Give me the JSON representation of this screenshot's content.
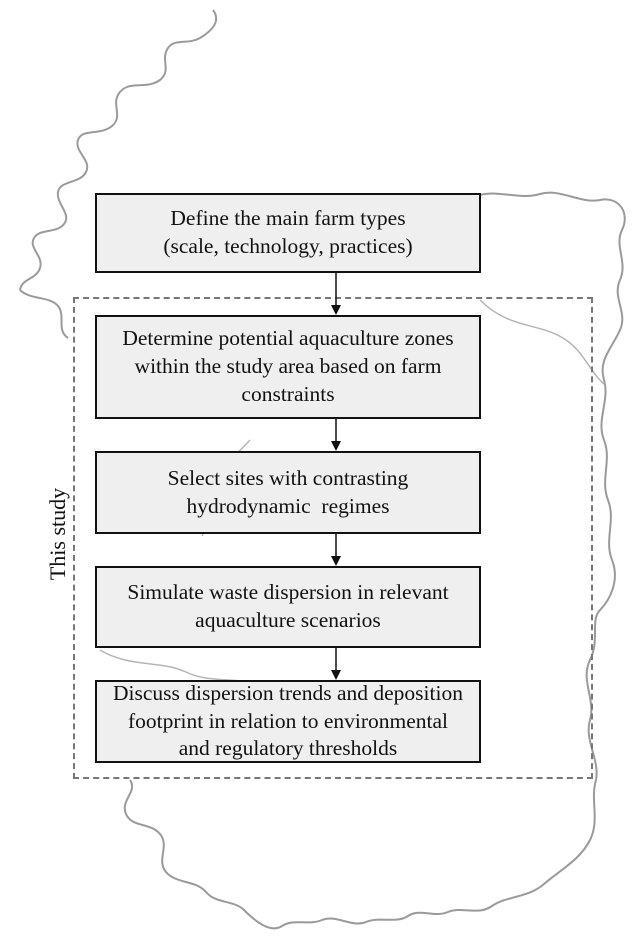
{
  "study_label": "This study",
  "steps": [
    {
      "lines": [
        "Define the main farm types",
        "(scale, technology, practices)"
      ]
    },
    {
      "lines": [
        "Determine potential aquaculture zones",
        "within the study area based on farm",
        "constraints"
      ]
    },
    {
      "lines": [
        "Select sites with contrasting",
        "hydrodynamic  regimes"
      ]
    },
    {
      "lines": [
        "Simulate waste dispersion in relevant",
        "aquaculture scenarios"
      ]
    },
    {
      "lines": [
        "Discuss dispersion trends and deposition",
        "footprint in relation to environmental",
        "and regulatory thresholds"
      ]
    }
  ],
  "colors": {
    "box_fill": "#efefef",
    "box_border": "#111111",
    "frame_border": "#777777",
    "map_outline": "#9a9a9a"
  }
}
